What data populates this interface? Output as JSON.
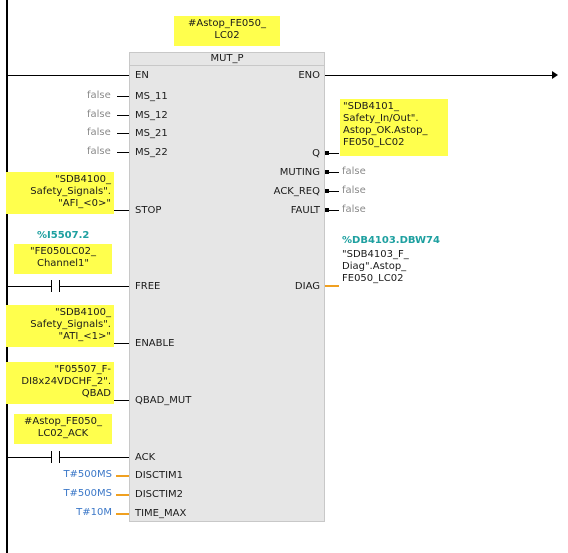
{
  "block": {
    "instance": "#Astop_FE050_\nLC02",
    "type": "MUT_P"
  },
  "pins": {
    "en": "EN",
    "eno": "ENO",
    "ms11": "MS_11",
    "ms12": "MS_12",
    "ms21": "MS_21",
    "ms22": "MS_22",
    "stop": "STOP",
    "free": "FREE",
    "enable": "ENABLE",
    "qbad_mut": "QBAD_MUT",
    "ack": "ACK",
    "disctim1": "DISCTIM1",
    "disctim2": "DISCTIM2",
    "time_max": "TIME_MAX",
    "q": "Q",
    "muting": "MUTING",
    "ack_req": "ACK_REQ",
    "fault": "FAULT",
    "diag": "DIAG"
  },
  "inputs": {
    "ms11": "false",
    "ms12": "false",
    "ms21": "false",
    "ms22": "false",
    "stop": "\"SDB4100_\nSafety_Signals\".\n\"AFI_<0>\"",
    "free_address": "%I5507.2",
    "free": "\"FE050LC02_\nChannel1\"",
    "enable": "\"SDB4100_\nSafety_Signals\".\n\"ATI_<1>\"",
    "qbad_mut": "\"F05507_F-\nDI8x24VDCHF_2\".\nQBAD",
    "ack": "#Astop_FE050_\nLC02_ACK",
    "disctim1": "T#500MS",
    "disctim2": "T#500MS",
    "time_max": "T#10M"
  },
  "outputs": {
    "q": "\"SDB4101_\nSafety_In/Out\".\nAstop_OK.Astop_\nFE050_LC02",
    "muting": "false",
    "ack_req": "false",
    "fault": "false",
    "diag_address": "%DB4103.DBW74",
    "diag": "\"SDB4103_F_\nDiag\".Astop_\nFE050_LC02"
  },
  "colors": {
    "highlight": "#ffff4d",
    "constant": "#3c78c8",
    "address": "#1ea0a0",
    "wire_orange": "#f0a020",
    "block_fill": "#e6e6e6"
  }
}
